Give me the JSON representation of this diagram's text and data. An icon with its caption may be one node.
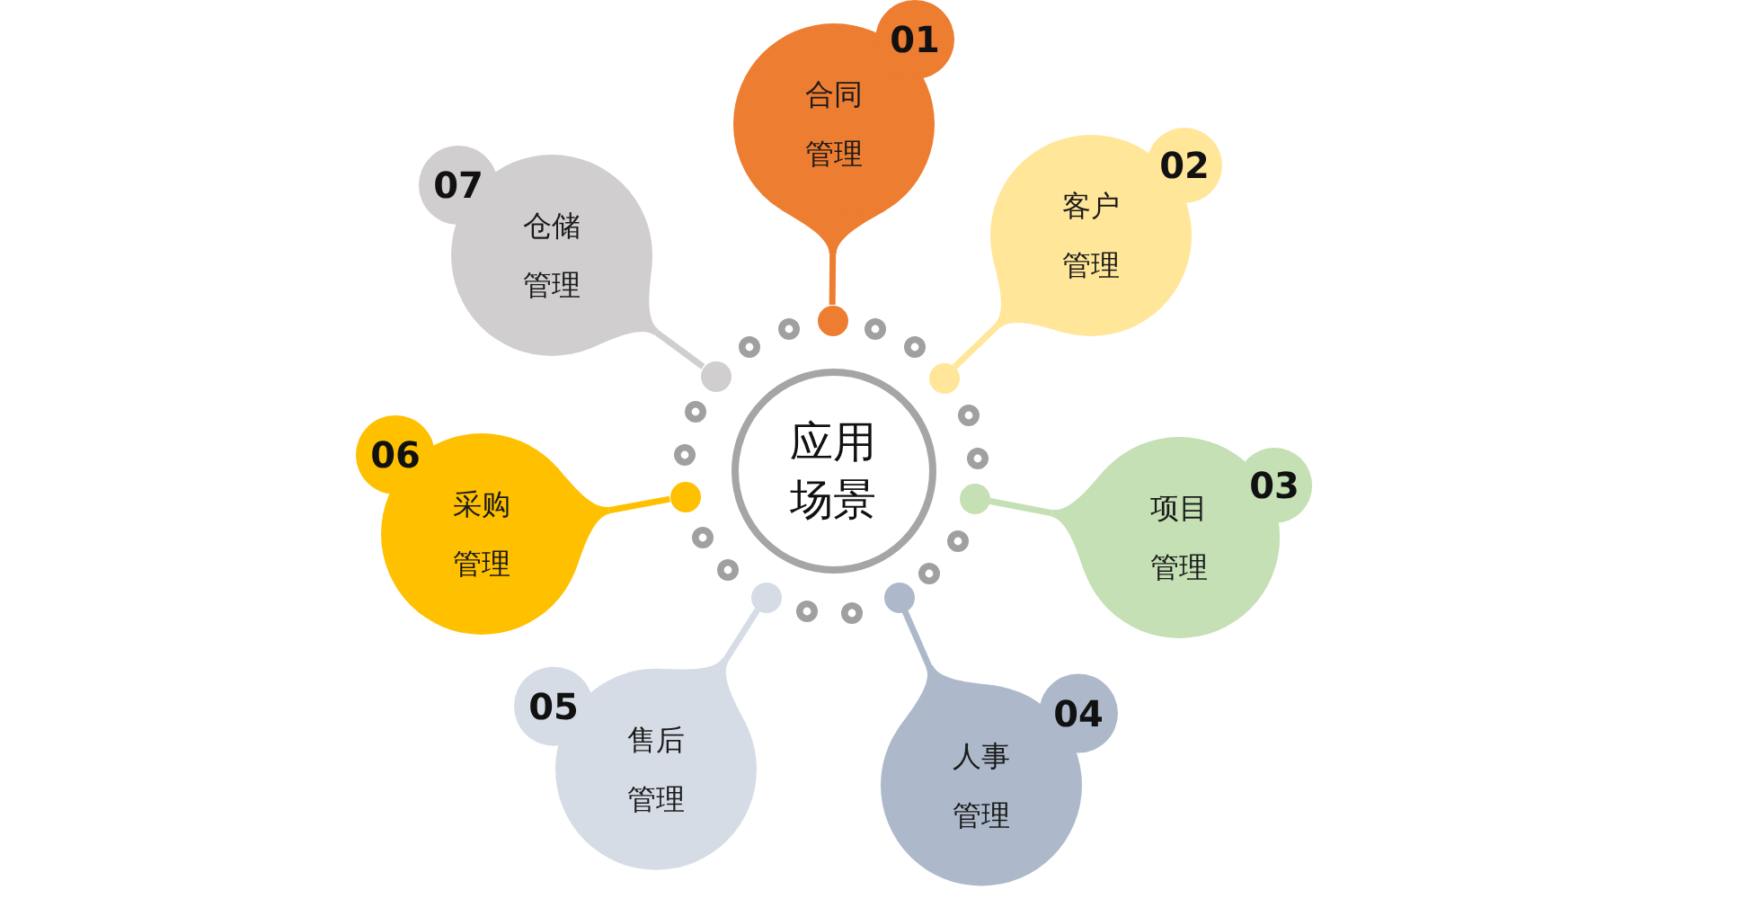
{
  "diagram": {
    "nodes": [
      {
        "text": [
          "应用场景"
        ]
      },
      {
        "text": [
          "01",
          "合同管理"
        ]
      },
      {
        "text": [
          "02",
          "客户管理"
        ]
      },
      {
        "text": [
          "03",
          "项目管理"
        ]
      },
      {
        "text": [
          "04",
          "人事管理"
        ]
      },
      {
        "text": [
          "05",
          "售后管理"
        ]
      },
      {
        "text": [
          "06",
          "采购管理"
        ]
      },
      {
        "text": [
          "07",
          "仓储管理"
        ]
      },
      {
        "text": [],
        "shape": "circle"
      },
      {
        "text": [],
        "shape": "circle"
      },
      {
        "text": [],
        "shape": "circle"
      },
      {
        "text": [],
        "shape": "circle"
      },
      {
        "text": [],
        "shape": "circle"
      },
      {
        "text": [],
        "shape": "circle"
      },
      {
        "text": [],
        "shape": "circle"
      }
    ],
    "edges": [
      {
        "from": 1,
        "to": 8,
        "arrow": "none",
        "color": "#ed7d31"
      },
      {
        "from": 2,
        "to": 9,
        "arrow": "none",
        "color": "#ffe699"
      },
      {
        "from": 3,
        "to": 10,
        "arrow": "none",
        "color": "#c5e0b4"
      },
      {
        "from": 4,
        "to": 11,
        "arrow": "none",
        "color": "#adb9ca"
      },
      {
        "from": 5,
        "to": 12,
        "arrow": "none",
        "color": "#d6dce5"
      },
      {
        "from": 6,
        "to": 13,
        "arrow": "none",
        "color": "#ffc000"
      },
      {
        "from": 7,
        "to": 14,
        "arrow": "none",
        "color": "#d0cece"
      }
    ]
  }
}
